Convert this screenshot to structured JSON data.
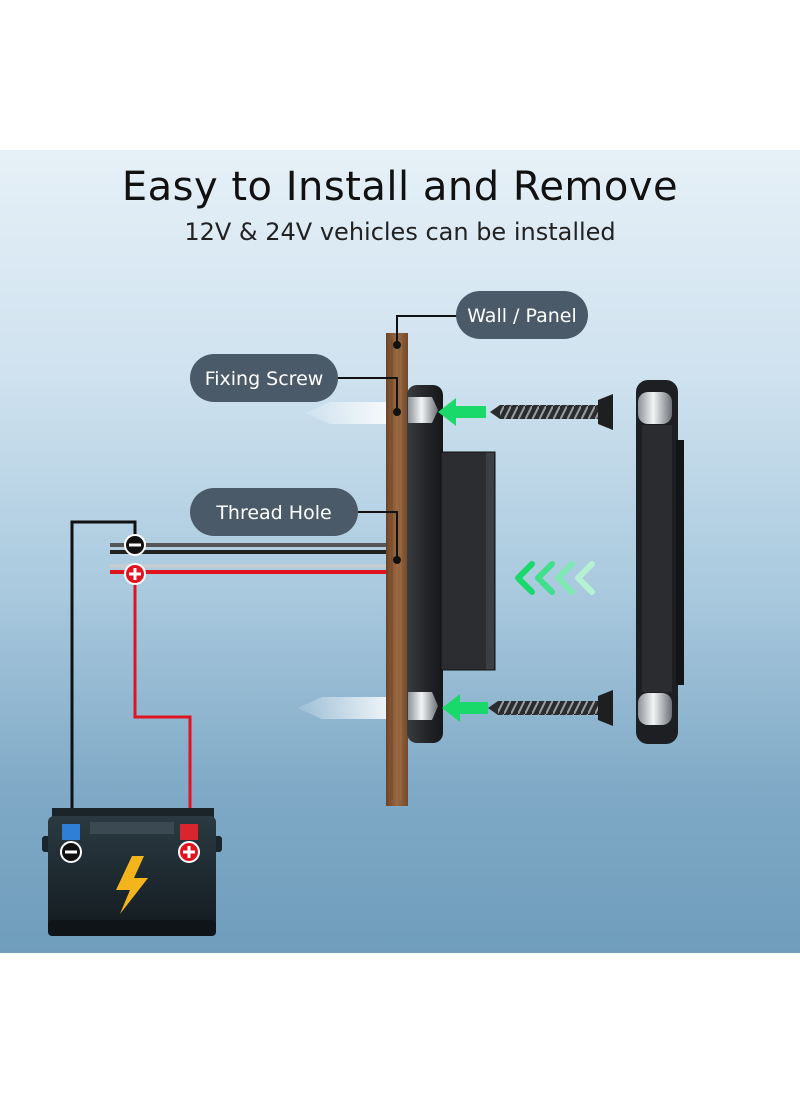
{
  "title": "Easy to Install and Remove",
  "subtitle": "12V & 24V vehicles can be installed",
  "labels": {
    "wall_panel": "Wall / Panel",
    "fixing_screw": "Fixing Screw",
    "thread_hole": "Thread Hole"
  },
  "colors": {
    "label_bg": "#4a5a68",
    "wire_red": "#e0141e",
    "wire_black": "#1a1a1a",
    "arrow_green": "#19d96b",
    "wood": "#8a5a36",
    "battery_body": "#1f2c33",
    "bolt_yellow": "#f3b51b"
  },
  "icons": [
    "minus-terminal-icon",
    "plus-terminal-icon",
    "lightning-bolt-icon",
    "chevron-left-arrows-icon",
    "green-arrow-icon"
  ]
}
